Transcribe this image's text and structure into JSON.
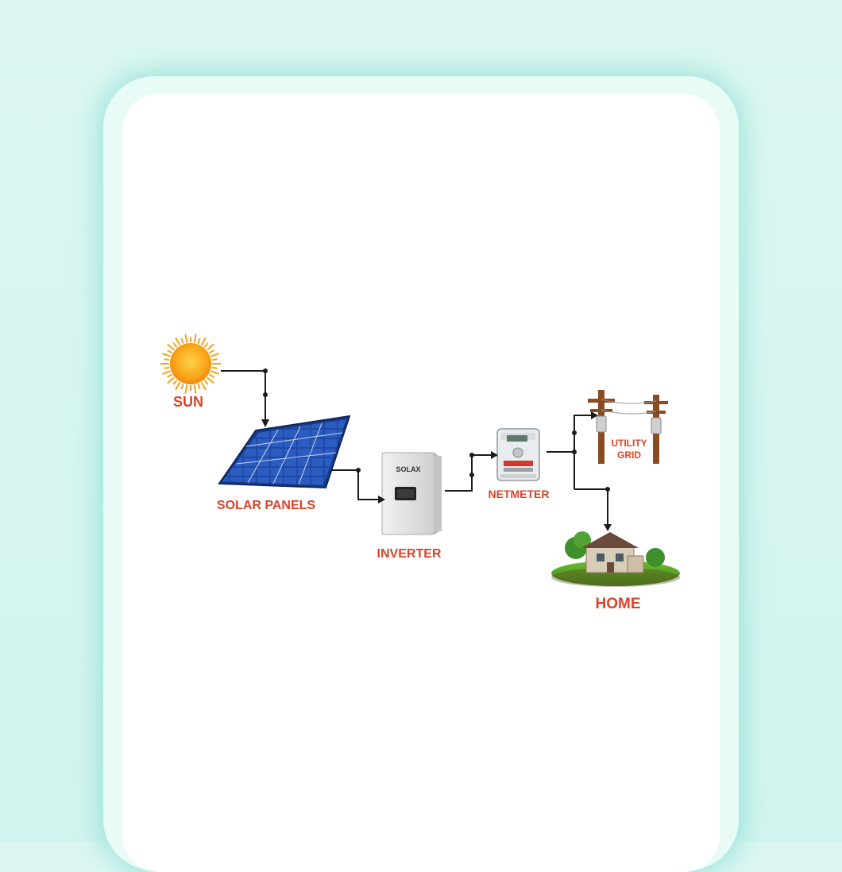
{
  "diagram": {
    "nodes": {
      "sun": "SUN",
      "solar_panels": "SOLAR PANELS",
      "inverter": "INVERTER",
      "inverter_brand": "SOLAX",
      "netmeter": "NETMETER",
      "utility_grid_line1": "UTILITY",
      "utility_grid_line2": "GRID",
      "home": "HOME"
    },
    "colors": {
      "label": "#d9442a",
      "wire": "#1a1a1a",
      "sun": "#f7a21b",
      "panel": "#1d3f8f",
      "frame_glow": "#7fd8cc"
    }
  }
}
